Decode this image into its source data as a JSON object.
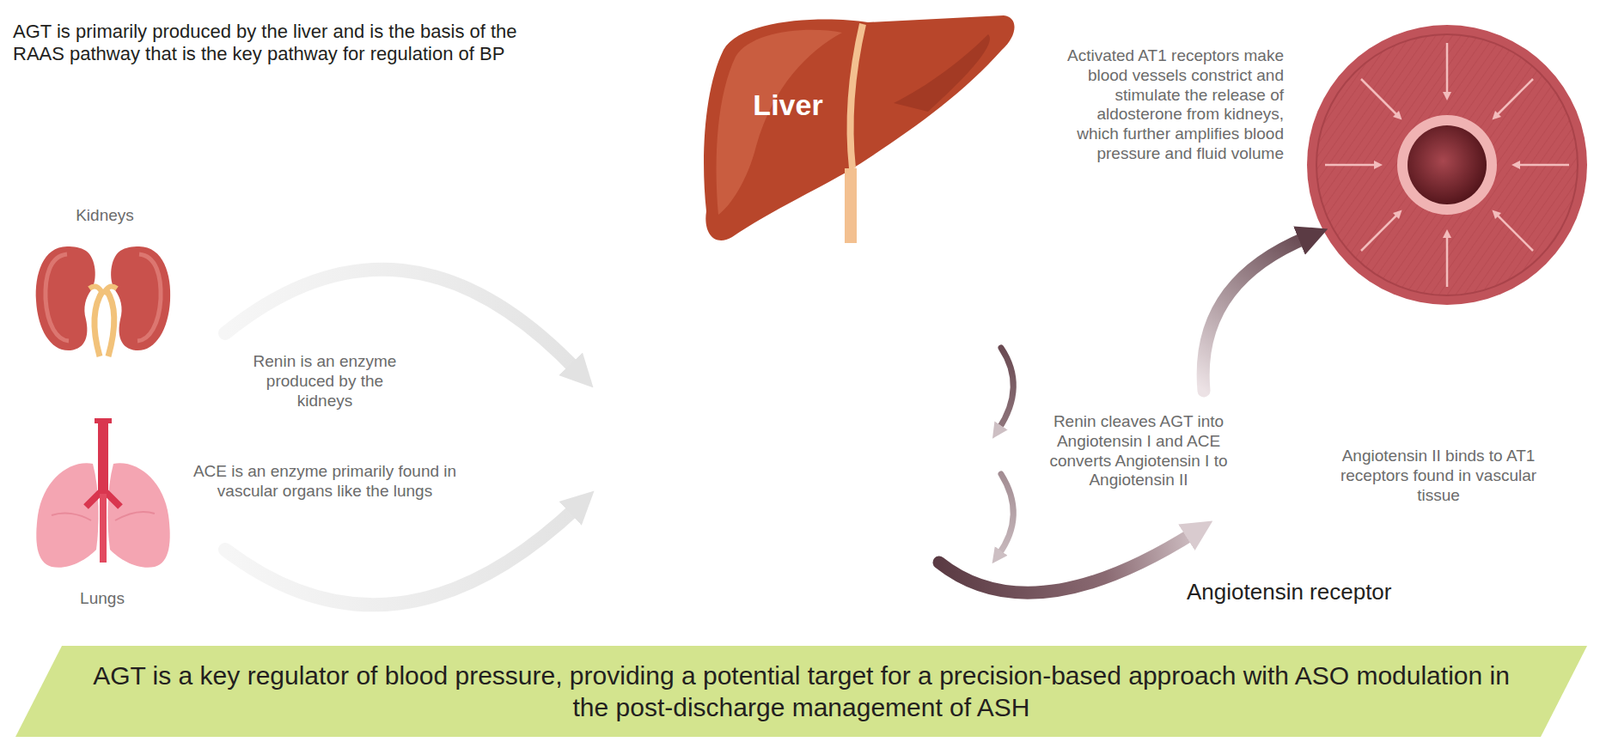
{
  "diagram": {
    "nodes": [
      {
        "text": [
          "AGT is a key regulator of blood pressure, providing a potential target for a precision-based approach with ASO modulation in the post-discharge management of ASH"
        ]
      }
    ],
    "labels": [
      "AGT is primarily produced by the liver and is the basis of the RAAS pathway that is the key pathway for regulation of BP",
      "Liver",
      "Activated AT1 receptors make blood vessels constrict and stimulate the release of aldosterone from kidneys, which further amplifies blood pressure and fluid volume",
      "Kidneys",
      "Renin is an enzyme produced by the kidneys",
      "Renin cleaves AGT into Angiotensin I and ACE converts Angiotensin I to Angiotensin II",
      "Angiotensin II binds to AT1 receptors found in vascular tissue",
      "ACE is an enzyme primarily found in vascular organs like the lungs",
      "Lungs",
      "Angiotensin receptor"
    ]
  }
}
